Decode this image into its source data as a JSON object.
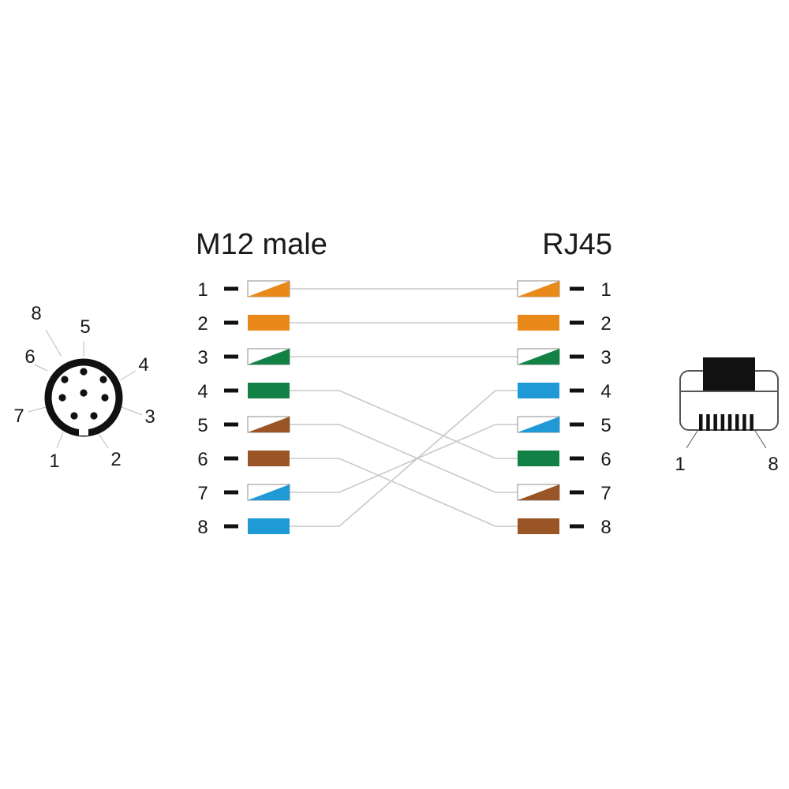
{
  "left_header": "M12 male",
  "right_header": "RJ45",
  "colors": {
    "orange": "#e8891a",
    "green": "#128145",
    "brown": "#9a5526",
    "blue": "#1f9ad6",
    "wire": "#c8c8c8",
    "ink": "#111111"
  },
  "left_pins": [
    {
      "label": "1",
      "color": "orange",
      "striped": true,
      "to": 1
    },
    {
      "label": "2",
      "color": "orange",
      "striped": false,
      "to": 2
    },
    {
      "label": "3",
      "color": "green",
      "striped": true,
      "to": 3
    },
    {
      "label": "4",
      "color": "green",
      "striped": false,
      "to": 6
    },
    {
      "label": "5",
      "color": "brown",
      "striped": true,
      "to": 7
    },
    {
      "label": "6",
      "color": "brown",
      "striped": false,
      "to": 8
    },
    {
      "label": "7",
      "color": "blue",
      "striped": true,
      "to": 5
    },
    {
      "label": "8",
      "color": "blue",
      "striped": false,
      "to": 4
    }
  ],
  "right_pins": [
    {
      "label": "1",
      "color": "orange",
      "striped": true
    },
    {
      "label": "2",
      "color": "orange",
      "striped": false
    },
    {
      "label": "3",
      "color": "green",
      "striped": true
    },
    {
      "label": "4",
      "color": "blue",
      "striped": false
    },
    {
      "label": "5",
      "color": "blue",
      "striped": true
    },
    {
      "label": "6",
      "color": "green",
      "striped": false
    },
    {
      "label": "7",
      "color": "brown",
      "striped": true
    },
    {
      "label": "8",
      "color": "brown",
      "striped": false
    }
  ],
  "m12_connector": {
    "pin_labels": [
      "1",
      "2",
      "3",
      "4",
      "5",
      "6",
      "7",
      "8"
    ]
  },
  "rj45_connector": {
    "pin_start_label": "1",
    "pin_end_label": "8"
  }
}
